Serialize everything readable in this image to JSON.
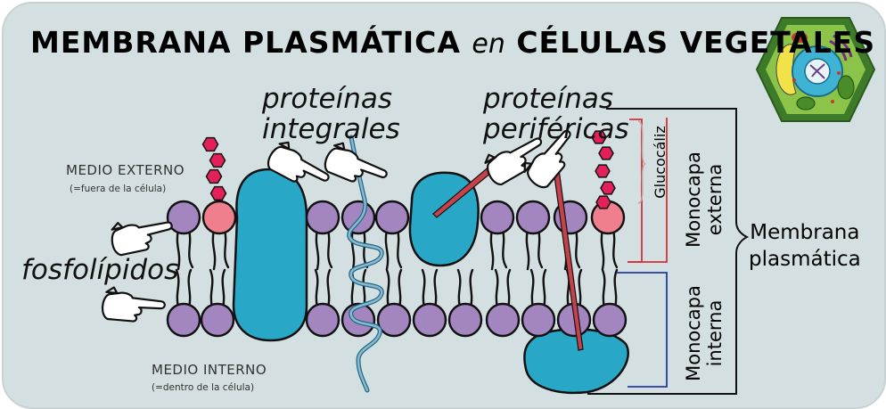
{
  "title": {
    "part1": "MEMBRANA PLASMÁTICA",
    "part2": "en",
    "part3": "CÉLULAS VEGETALES"
  },
  "labels": {
    "integral_proteins_line1": "proteínas",
    "integral_proteins_line2": "integrales",
    "peripheral_proteins_line1": "proteínas",
    "peripheral_proteins_line2": "periféricas",
    "phospholipids": "fosfolípidos",
    "external_medium": "MEDIO EXTERNO",
    "external_medium_note": "(=fuera de la célula)",
    "internal_medium": "MEDIO INTERNO",
    "internal_medium_note": "(=dentro de la célula)",
    "glycocalyx": "Glucocáliz",
    "outer_monolayer_line1": "Monocapa",
    "outer_monolayer_line2": "externa",
    "inner_monolayer_line1": "Monocapa",
    "inner_monolayer_line2": "interna",
    "membrane_line1": "Membrana",
    "membrane_line2": "plasmática"
  },
  "colors": {
    "background": "#d3dfe0",
    "phospholipid_head": "#a386c0",
    "glycolipid_head": "#ef7f8c",
    "protein": "#29a7c6",
    "sugar_chain": "#e4205a",
    "pointer_arrow": "#c6424a",
    "glycocalyx_bracket": "#d2313a",
    "inner_bracket": "#2439a0",
    "cell_icon_border": "#3d7a2a",
    "cell_icon_fill": "#8cc44a"
  },
  "icons": [
    "pointing-hand-icon",
    "plant-cell-icon"
  ]
}
